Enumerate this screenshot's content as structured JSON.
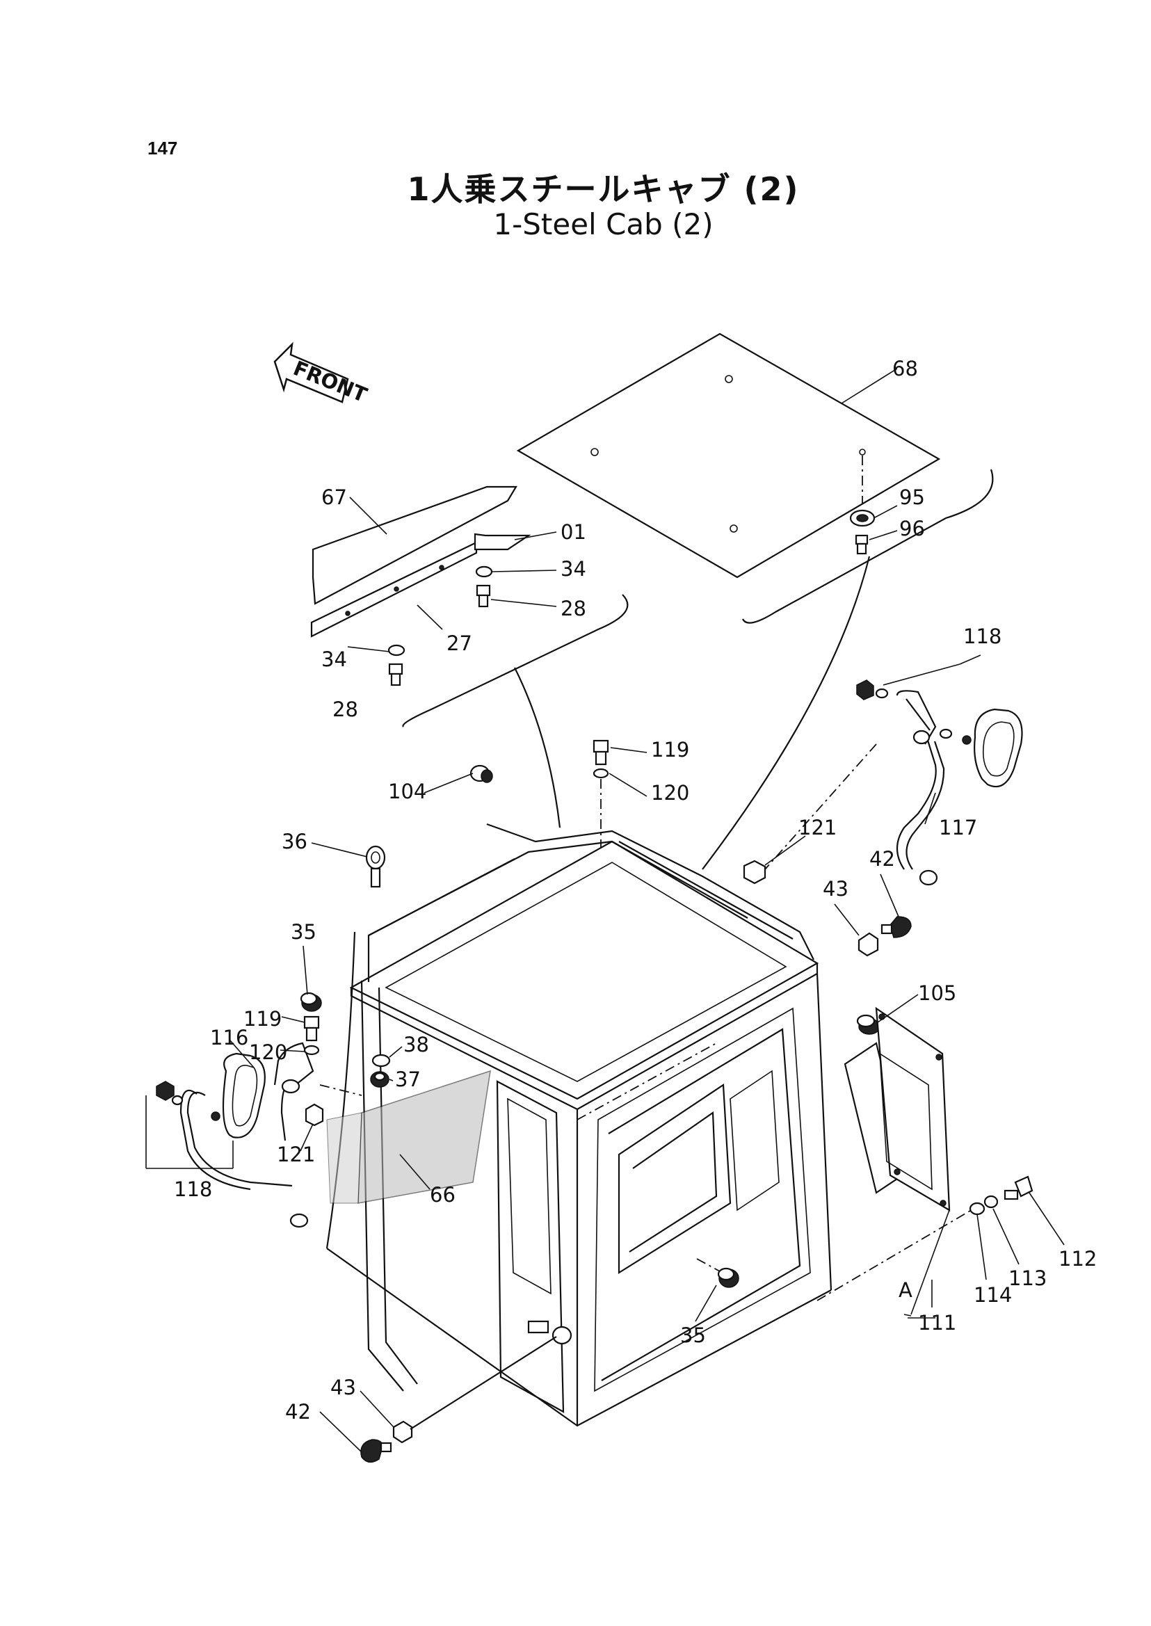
{
  "header": {
    "page_number": "147",
    "title_jp": "1人乗スチールキャブ (2)",
    "title_en": "1-Steel Cab (2)"
  },
  "diagram": {
    "front_arrow_label": "FRONT",
    "callouts": {
      "c68": "68",
      "c95": "95",
      "c96": "96",
      "c67": "67",
      "c01": "01",
      "c34a": "34",
      "c28a": "28",
      "c34b": "34",
      "c27": "27",
      "c28b": "28",
      "c118a": "118",
      "c119a": "119",
      "c120a": "120",
      "c104": "104",
      "c36": "36",
      "c121a": "121",
      "c117": "117",
      "c42a": "42",
      "c43a": "43",
      "c35a": "35",
      "c105": "105",
      "c119b": "119",
      "c116": "116",
      "c120b": "120",
      "c38": "38",
      "c37": "37",
      "c121b": "121",
      "c66": "66",
      "c118b": "118",
      "c112": "112",
      "c113": "113",
      "c114": "114",
      "cA": "A",
      "c111": "111",
      "c35b": "35",
      "c43b": "43",
      "c42b": "42"
    }
  }
}
